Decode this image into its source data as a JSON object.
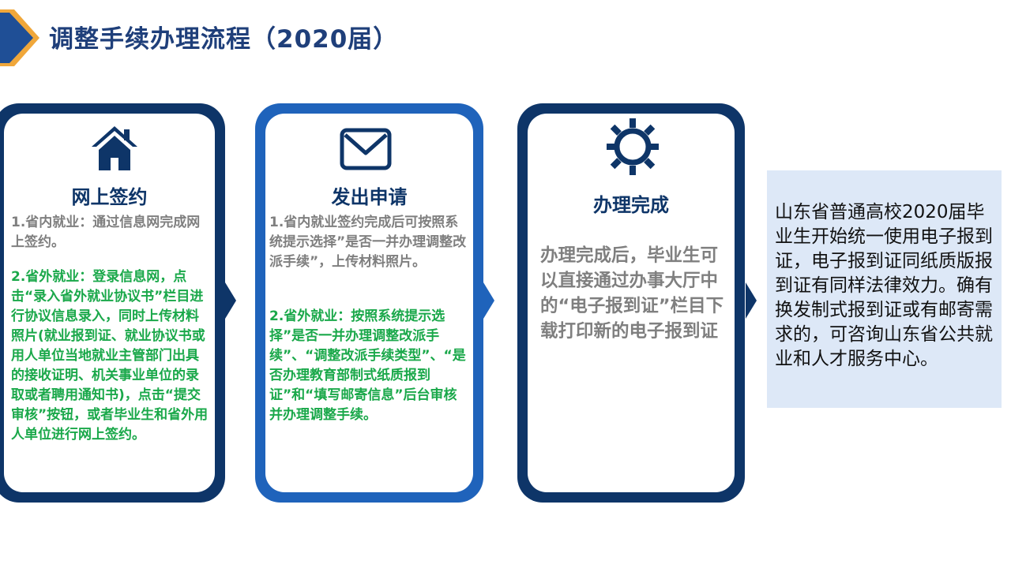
{
  "page": {
    "title": "调整手续办理流程（2020届）"
  },
  "colors": {
    "navy": "#0e3568",
    "blue": "#1f63bb",
    "gray_text": "#7f7f7f",
    "green_text": "#1aa84a",
    "note_bg": "#dde8f7"
  },
  "steps": [
    {
      "icon": "home-icon",
      "title": "网上签约",
      "p1": "1.省内就业：通过信息网完成网上签约。",
      "p2": "2.省外就业：登录信息网，点击“录入省外就业协议书”栏目进行协议信息录入，同时上传材料照片(就业报到证、就业协议书或用人单位当地就业主管部门出具的接收证明、机关事业单位的录取或者聘用通知书)，点击“提交审核”按钮，或者毕业生和省外用人单位进行网上签约。"
    },
    {
      "icon": "mail-icon",
      "title": "发出申请",
      "p1": "1.省内就业签约完成后可按照系统提示选择”是否一并办理调整改派手续”，上传材料照片。",
      "p2": "2.省外就业：按照系统提示选择”是否一并办理调整改派手续”、“调整改派手续类型”、“是否办理教育部制式纸质报到证”和“填写邮寄信息”后台审核并办理调整手续。"
    },
    {
      "icon": "gear-icon",
      "title": "办理完成",
      "p1": "办理完成后，毕业生可以直接通过办事大厅中的“电子报到证”栏目下载打印新的电子报到证"
    }
  ],
  "note": "山东省普通高校2020届毕业生开始统一使用电子报到证，电子报到证同纸质版报到证有同样法律效力。确有换发制式报到证或有邮寄需求的，可咨询山东省公共就业和人才服务中心。"
}
